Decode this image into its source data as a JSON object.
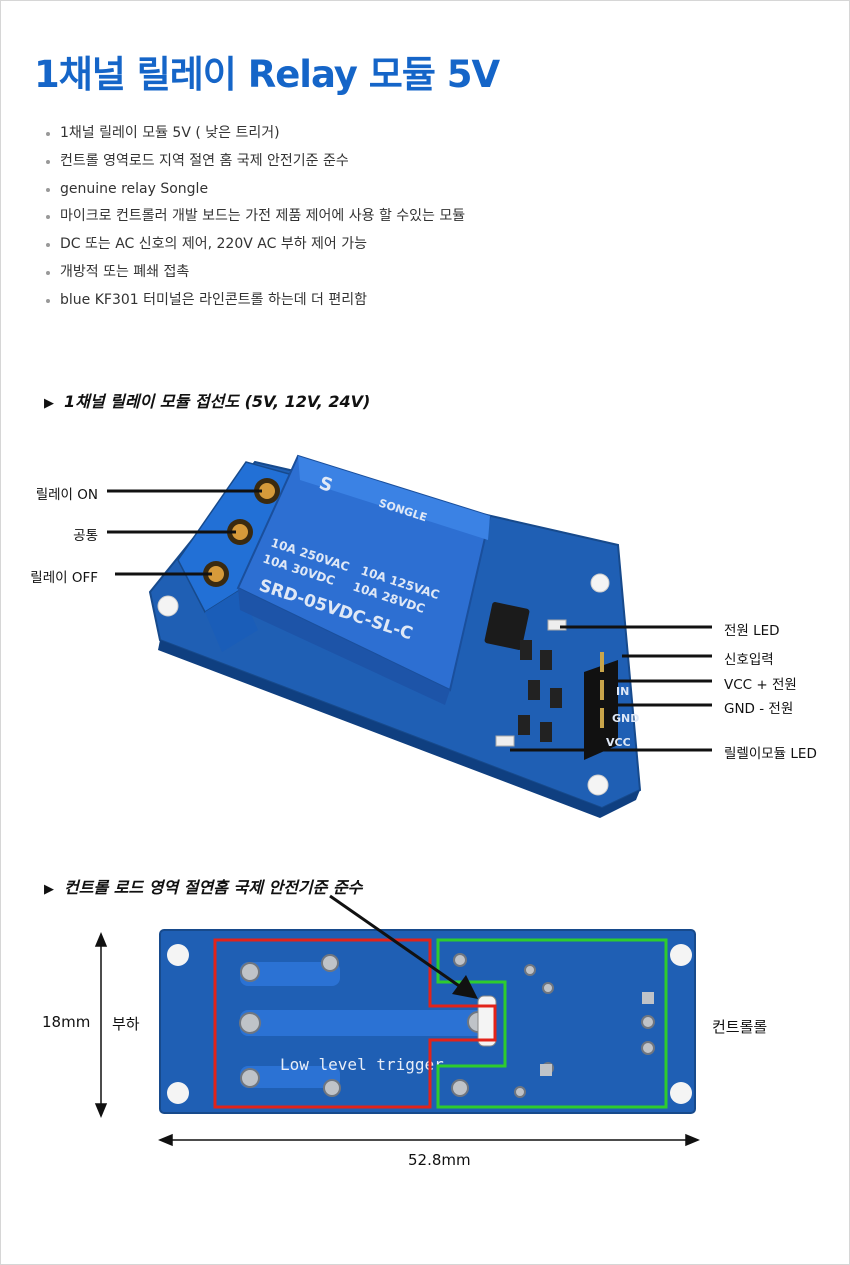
{
  "title": "1채널 릴레이 Relay 모듈 5V",
  "features": [
    "1채널 릴레이 모듈 5V ( 낮은 트리거)",
    "컨트롤 영역로드 지역 절연 홈 국제 안전기준 준수",
    "genuine relay Songle",
    "마이크로 컨트롤러 개발 보드는 가전 제품 제어에 사용 할 수있는 모듈",
    "DC 또는 AC 신호의 제어, 220V AC 부하 제어 가능",
    "개방적 또는 폐쇄 접촉",
    "blue KF301 터미널은 라인콘트롤 하는데 더 편리함"
  ],
  "wiring_section": {
    "title": "1채널 릴레이 모듈 접선도 (5V, 12V, 24V)",
    "left_labels": [
      "릴레이 ON",
      "공통",
      "릴레이 OFF"
    ],
    "right_labels": [
      "전원 LED",
      "신호입력",
      "VCC + 전원",
      "GND - 전원",
      "릴렐이모듈 LED"
    ],
    "relay_text": {
      "brand": "SONGLE",
      "line1": "10A 250VAC",
      "line2": "10A  30VDC",
      "line3": "10A 125VAC",
      "line4": "10A  28VDC",
      "model": "SRD-05VDC-SL-C",
      "pins": [
        "IN",
        "GND",
        "VCC"
      ]
    }
  },
  "isolation_section": {
    "title": "컨트롤 로드 영역 절연홈 국제 안전기준 준수",
    "load_label": "부하",
    "control_label": "컨트롤롤",
    "height_label": "18mm",
    "width_label": "52.8mm",
    "board_text": "Low level trigger"
  }
}
